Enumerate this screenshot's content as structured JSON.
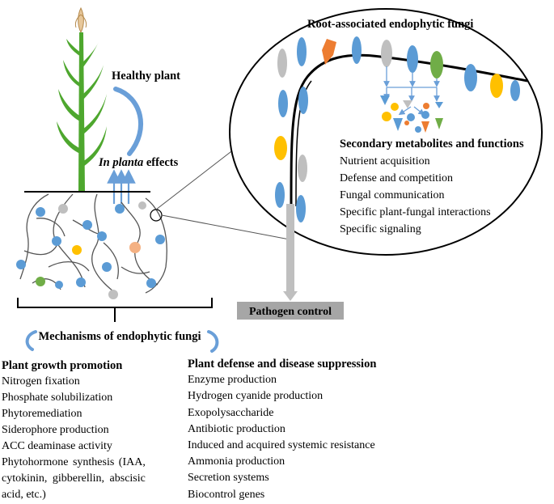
{
  "title_root": "Root-associated endophytic fungi",
  "healthy_plant": "Healthy plant",
  "in_planta_italic": "In planta",
  "in_planta_rest": " effects",
  "metabolites": {
    "heading": "Secondary metabolites and functions",
    "items": [
      "Nutrient acquisition",
      "Defense and competition",
      "Fungal communication",
      "Specific plant-fungal interactions",
      "Specific signaling"
    ]
  },
  "pathogen_control": "Pathogen control",
  "mechanisms": "Mechanisms of endophytic fungi",
  "growth": {
    "heading": "Plant growth promotion",
    "items": [
      "Nitrogen fixation",
      "Phosphate solubilization",
      "Phytoremediation",
      "Siderophore production",
      "ACC deaminase activity",
      "Phytohormone synthesis (IAA,",
      "cytokinin, gibberellin, abscisic",
      "acid, etc.)"
    ]
  },
  "defense": {
    "heading": "Plant defense and disease suppression",
    "items": [
      "Enzyme production",
      "Hydrogen cyanide production",
      "Exopolysaccharide",
      "Antibiotic production",
      "Induced and acquired systemic resistance",
      "Ammonia production",
      "Secretion systems",
      "Biocontrol genes"
    ]
  },
  "colors": {
    "blue": "#5b9bd5",
    "gray": "#bfbfbf",
    "orange": "#ed7d31",
    "yellow": "#ffc000",
    "green": "#70ad47",
    "salmon": "#f4b183",
    "plant": "#4ea72e",
    "arrow": "#6a9fd8"
  }
}
